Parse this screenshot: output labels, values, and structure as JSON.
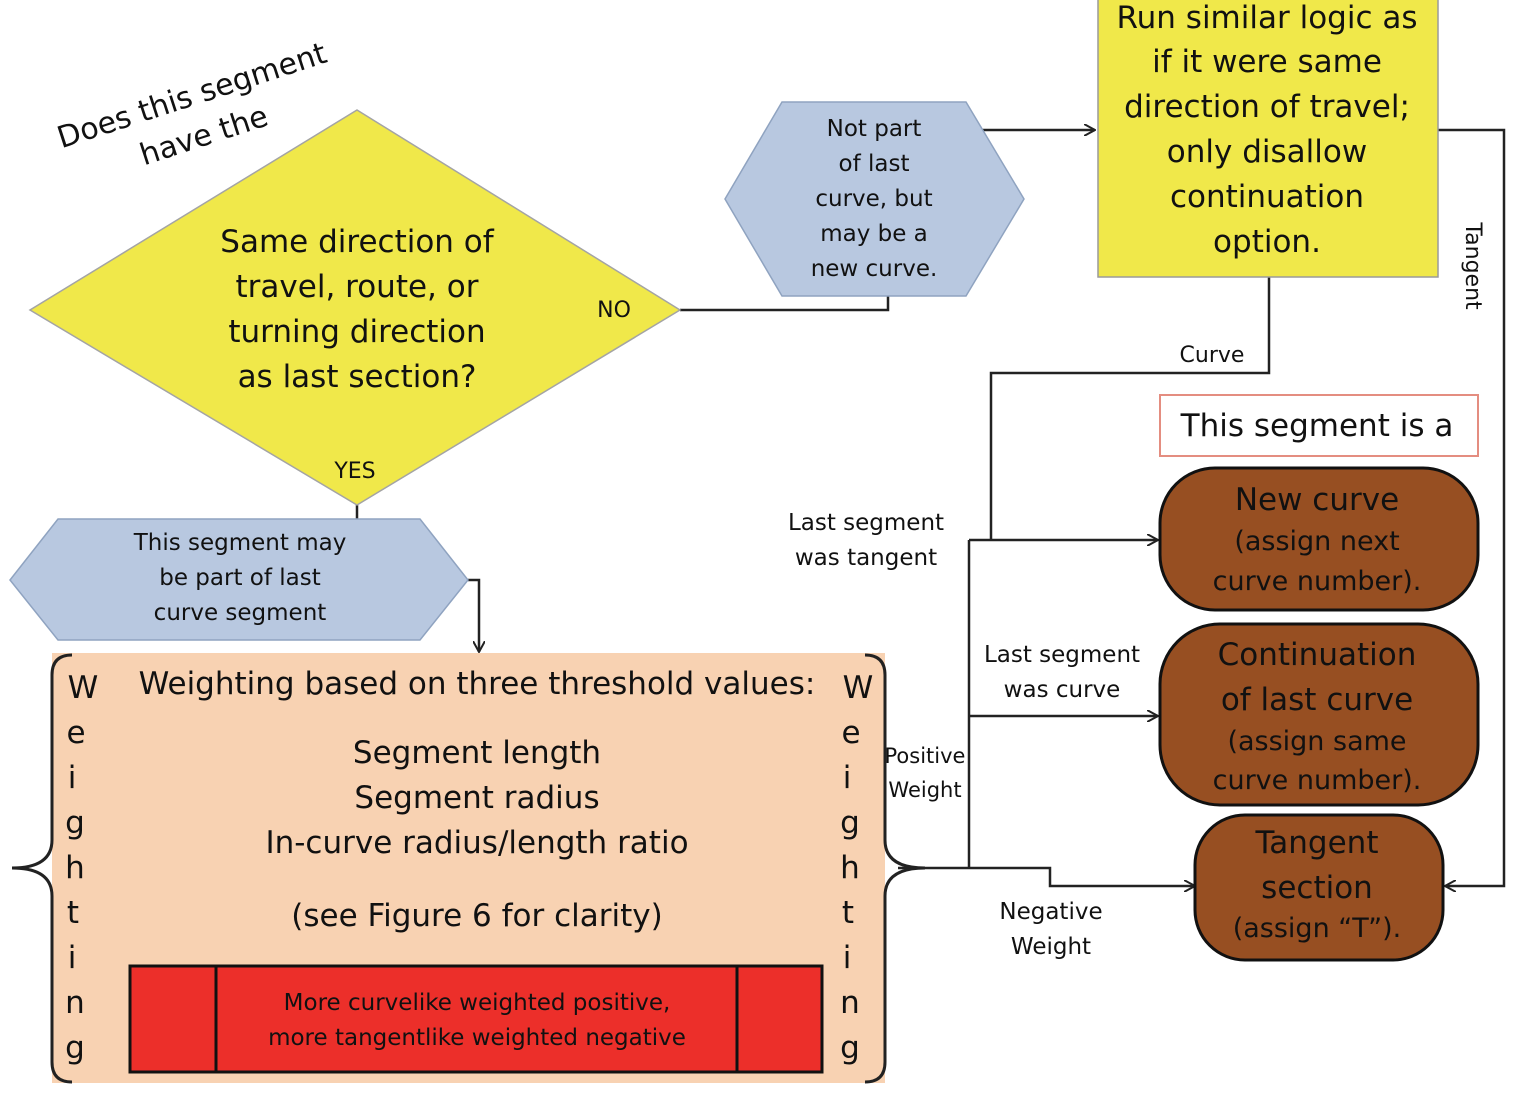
{
  "question": {
    "intro_line1": "Does this segment",
    "intro_line2": "have the",
    "lines": [
      "Same direction of",
      "travel, route, or",
      "turning direction",
      "as last section?"
    ],
    "no_label": "NO",
    "yes_label": "YES"
  },
  "not_part": {
    "lines": [
      "Not part",
      "of last",
      "curve, but",
      "may be a",
      "new curve."
    ]
  },
  "run_similar": {
    "lines": [
      "Run similar logic as",
      "if it were same",
      "direction of travel;",
      "only disallow",
      "continuation",
      "option."
    ]
  },
  "may_be_part": {
    "lines": [
      "This segment may",
      "be part of last",
      "curve segment"
    ]
  },
  "weighting": {
    "title": "Weighting based on three threshold values:",
    "criteria": [
      "Segment length",
      "Segment radius",
      "In-curve radius/length ratio"
    ],
    "note": "(see Figure 6 for clarity)",
    "rule_lines": [
      "More curvelike weighted positive,",
      "more tangentlike weighted negative"
    ],
    "side_letters": [
      "W",
      "e",
      "i",
      "g",
      "h",
      "t",
      "i",
      "n",
      "g"
    ]
  },
  "labels": {
    "tangent": "Tangent",
    "curve": "Curve",
    "last_tangent": [
      "Last segment",
      "was tangent"
    ],
    "last_curve": [
      "Last segment",
      "was curve"
    ],
    "positive_weight": [
      "Positive",
      "Weight"
    ],
    "negative_weight": [
      "Negative",
      "Weight"
    ]
  },
  "result_header": "This segment is a",
  "outcomes": {
    "new_curve": [
      "New curve",
      "(assign next",
      "curve number)."
    ],
    "continuation": [
      "Continuation",
      "of last curve",
      "(assign same",
      "curve number)."
    ],
    "tangent_section": [
      "Tangent",
      "section",
      "(assign “T”)."
    ]
  },
  "colors": {
    "yellow": "#f0e84a",
    "blue": "#b8c8e0",
    "peach": "#f8d2b2",
    "red": "#ec2f2a",
    "brown": "#974f22",
    "header_border": "#e48d80"
  }
}
